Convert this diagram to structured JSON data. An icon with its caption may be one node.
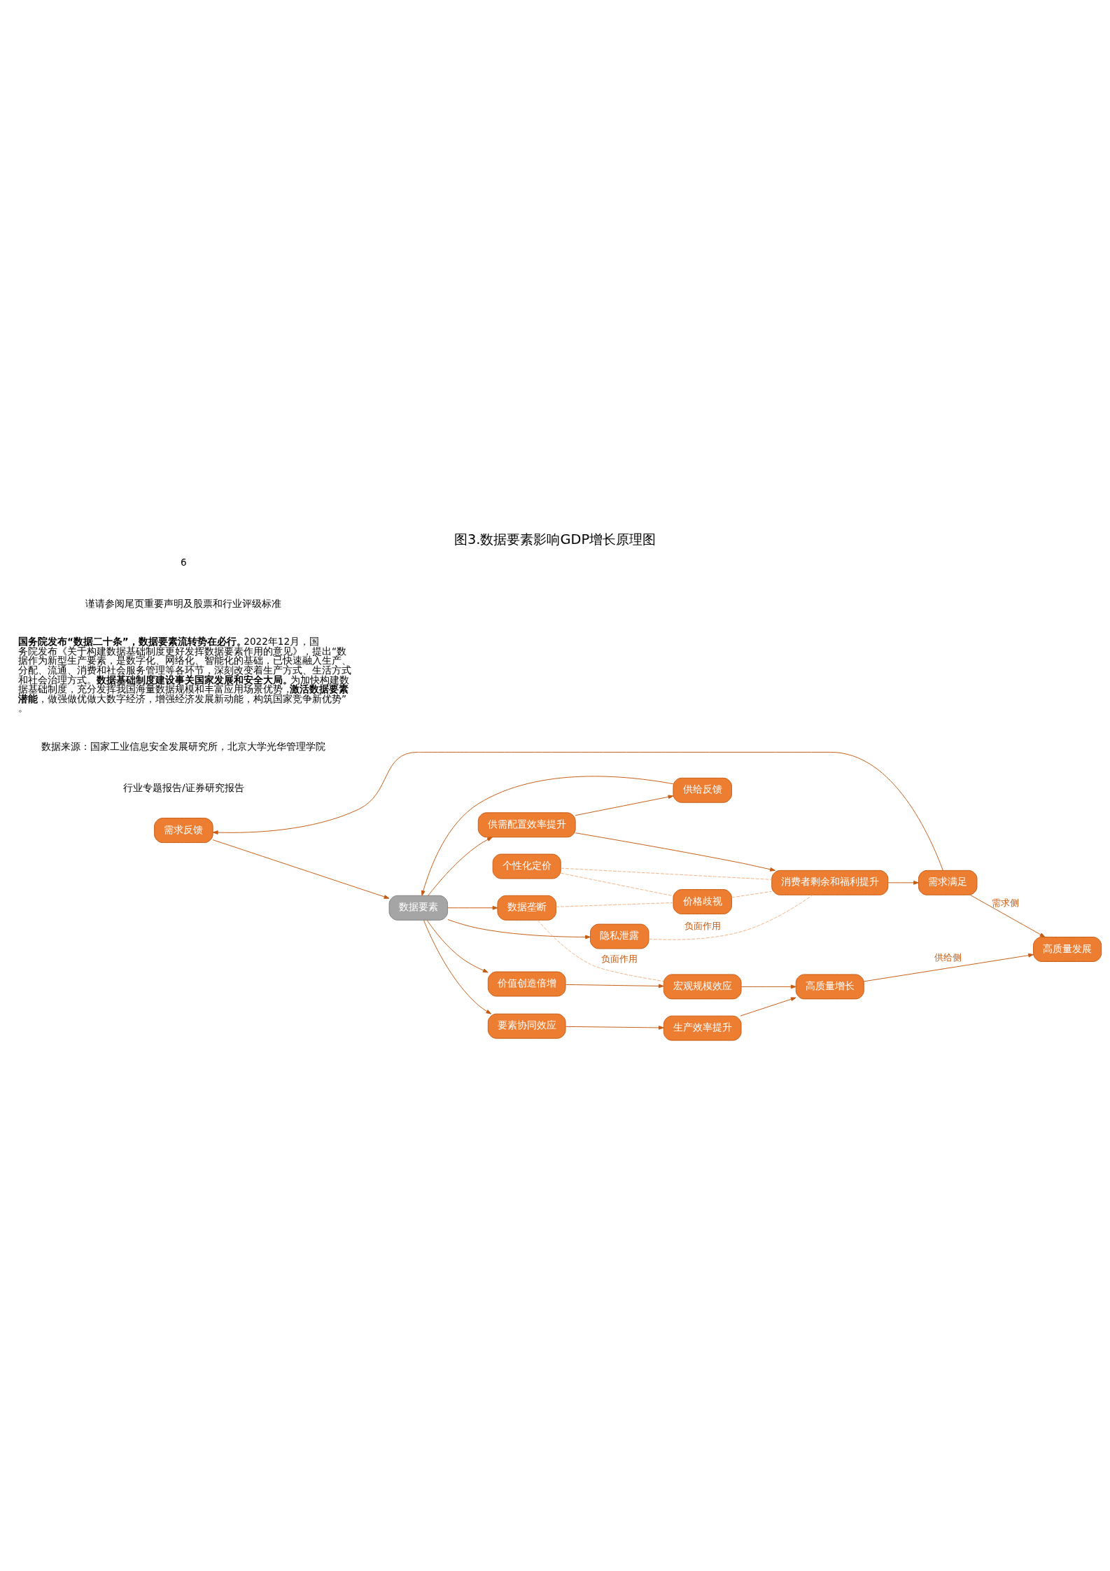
{
  "diagram": {
    "title": "图3.数据要素影响GDP增长原理图",
    "nodes": [
      {
        "text": [
          "需求反馈"
        ]
      },
      {
        "text": [
          "供需配置效率提升"
        ]
      },
      {
        "text": [
          "消费者剩余和福利提升"
        ]
      },
      {
        "text": [
          "需求满足"
        ]
      },
      {
        "text": [
          "供给反馈"
        ]
      },
      {
        "text": [
          "要素协同效应"
        ]
      },
      {
        "text": [
          "生产效率提升"
        ]
      },
      {
        "text": [
          "数据要素"
        ]
      },
      {
        "text": [
          "高质量增长"
        ]
      },
      {
        "text": [
          "价值创造倍增"
        ]
      },
      {
        "text": [
          "宏观规模效应"
        ]
      },
      {
        "text": [
          "个性化定价"
        ]
      },
      {
        "text": [
          "价格歧视"
        ]
      },
      {
        "text": [
          "数据垄断"
        ]
      },
      {
        "text": [
          "高质量发展"
        ]
      },
      {
        "text": [
          "隐私泄露"
        ]
      }
    ],
    "edges": [
      {
        "from": 7,
        "to": 1,
        "arrow": "to"
      },
      {
        "from": 7,
        "to": 5,
        "arrow": "to"
      },
      {
        "from": 1,
        "to": 4,
        "arrow": "to"
      },
      {
        "from": 4,
        "to": 7,
        "arrow": "to"
      },
      {
        "from": 0,
        "to": 7,
        "arrow": "to"
      },
      {
        "from": 1,
        "to": 2,
        "arrow": "to"
      },
      {
        "from": 2,
        "to": 3,
        "arrow": "to"
      },
      {
        "from": 3,
        "to": 0,
        "arrow": "to"
      },
      {
        "from": 3,
        "to": 14,
        "arrow": "to",
        "label": "需求侧"
      },
      {
        "from": 5,
        "to": 6,
        "arrow": "to"
      },
      {
        "from": 6,
        "to": 8,
        "arrow": "to"
      },
      {
        "from": 10,
        "to": 8,
        "arrow": "to"
      },
      {
        "from": 8,
        "to": 14,
        "arrow": "to",
        "label": "供给侧"
      },
      {
        "from": 7,
        "to": 9,
        "arrow": "to"
      },
      {
        "from": 9,
        "to": 10,
        "arrow": "to"
      },
      {
        "from": 7,
        "to": 13,
        "arrow": "to"
      },
      {
        "from": 7,
        "to": 15,
        "arrow": "to"
      },
      {
        "from": 11,
        "to": 2,
        "arrow": "none",
        "style": "dashed",
        "color": "#f4b183"
      },
      {
        "from": 11,
        "to": 12,
        "arrow": "none",
        "style": "dashed",
        "color": "#f4b183"
      },
      {
        "from": 13,
        "to": 12,
        "arrow": "none",
        "style": "dashed",
        "color": "#f4b183"
      },
      {
        "from": 13,
        "to": 10,
        "arrow": "none",
        "style": "dashed",
        "color": "#f4b183",
        "label": "负面作用"
      },
      {
        "from": 12,
        "to": 2,
        "arrow": "none",
        "style": "dashed",
        "color": "#f4b183"
      },
      {
        "from": 15,
        "to": 2,
        "arrow": "none",
        "style": "dashed",
        "color": "#f4b183",
        "label": "负面作用"
      }
    ],
    "labels": [
      "行业专题报告/证券研究报告",
      "数据来源：国家工业信息安全发展研究所，北京大学光华管理学院",
      "**国务院发布“数据二十条”，数据要素流转势在必行。**2022年12月，国务院发布《关于构建数据基础制度更好发挥数据要素作用的意见》，提出“数据作为新型生产要素，是数字化、网络化、智能化的基础，已快速融入生产、分配、流通、消费和社会服务管理等各环节，深刻改变着生产方式、生活方式和社会治理方式。**数据基础制度建设事关国家发展和安全大局。**为加快构建数据基础制度，充分发挥我国海量数据规模和丰富应用场景优势，**激活数据要素潜能**，做强做优做大数字经济，增强经济发展新动能，构筑国家竞争新优势”。",
      "谨请参阅尾页重要声明及股票和行业评级标准",
      "6"
    ]
  }
}
